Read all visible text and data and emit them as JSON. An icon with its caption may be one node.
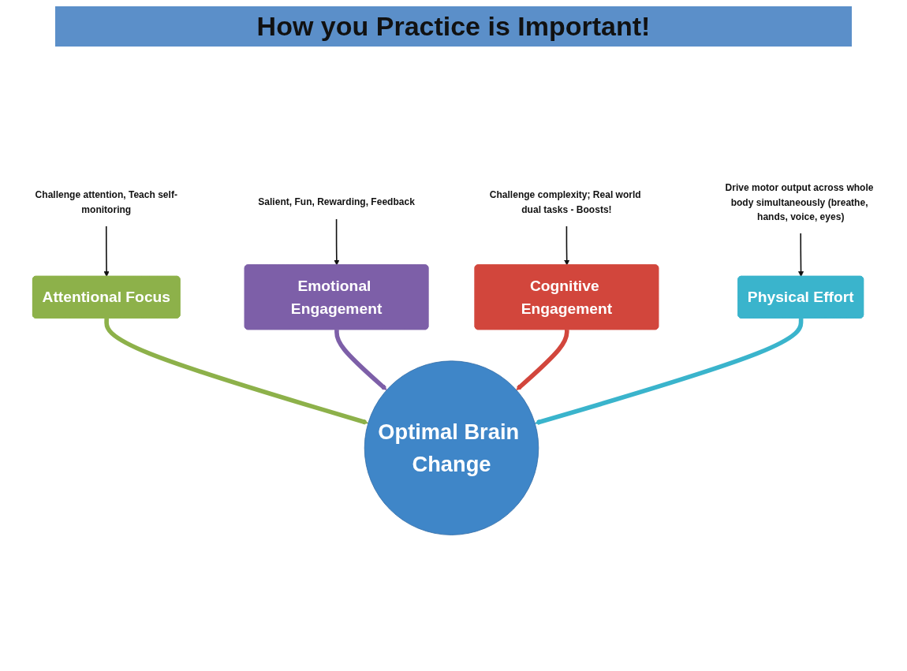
{
  "diagram": {
    "title": "How you Practice is Important!",
    "nodes": [
      {
        "text": [
          "Challenge attention, Teach self-monitoring"
        ]
      },
      {
        "text": [
          "Attentional Focus"
        ]
      },
      {
        "text": [
          "Emotional Engagement"
        ]
      },
      {
        "text": [
          "Salient, Fun, Rewarding, Feedback"
        ]
      },
      {
        "text": [
          "Cognitive Engagement"
        ]
      },
      {
        "text": [
          "Optimal Brain Change"
        ]
      },
      {
        "text": [
          "Physical Effort"
        ]
      },
      {
        "text": [
          "Challenge complexity; Real world dual tasks - Boosts!"
        ]
      },
      {
        "text": [
          "Drive motor output across whole body simultaneously (breathe, hands, voice, eyes)"
        ]
      }
    ],
    "edges": [
      {
        "from": 0,
        "to": 1,
        "arrow": "to"
      },
      {
        "from": 3,
        "to": 2,
        "arrow": "to"
      },
      {
        "from": 7,
        "to": 4,
        "arrow": "to"
      },
      {
        "from": 8,
        "to": 6,
        "arrow": "to"
      },
      {
        "from": 1,
        "to": 5,
        "arrow": "to",
        "style": "thick",
        "color": "#8db14a"
      },
      {
        "from": 2,
        "to": 5,
        "arrow": "to",
        "style": "thick",
        "color": "#7d5fa8"
      },
      {
        "from": 4,
        "to": 5,
        "arrow": "to",
        "style": "thick",
        "color": "#d2463c"
      },
      {
        "from": 6,
        "to": 5,
        "arrow": "to",
        "style": "thick",
        "color": "#3ab4cc"
      }
    ]
  }
}
